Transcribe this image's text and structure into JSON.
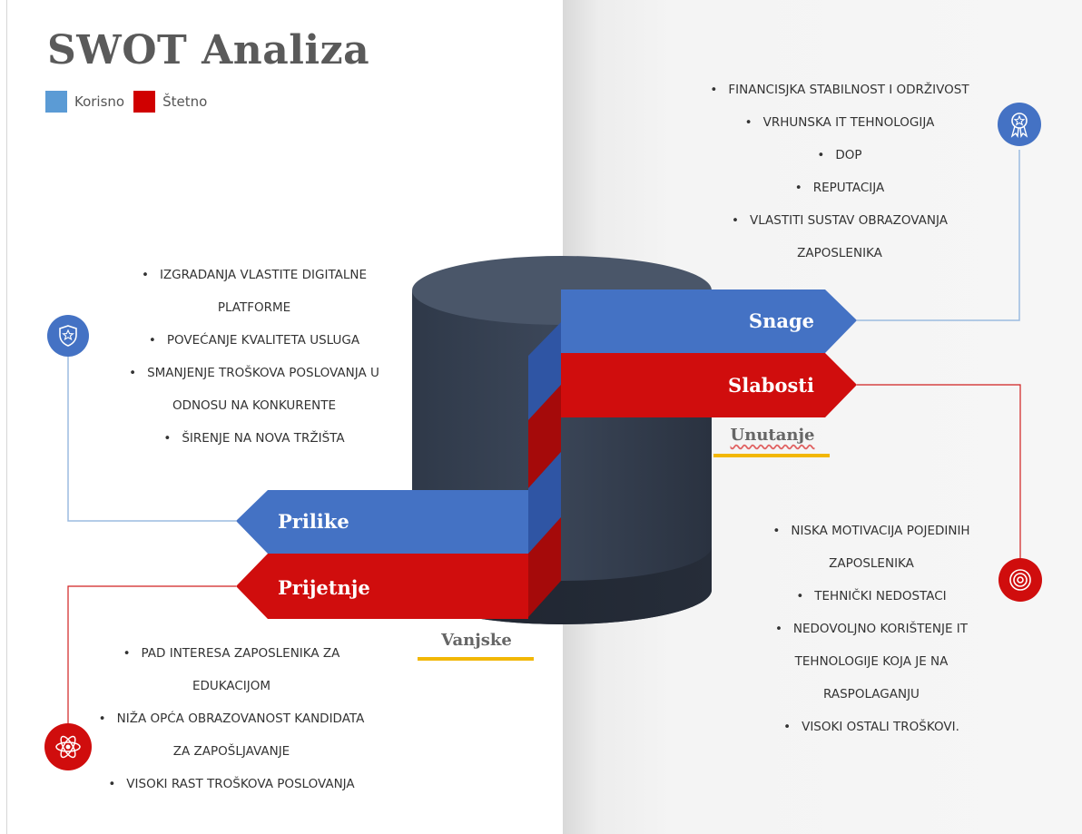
{
  "title": "SWOT Analiza",
  "legend": [
    {
      "label": "Korisno",
      "color": "#5b9bd5"
    },
    {
      "label": "Štetno",
      "color": "#d00000"
    }
  ],
  "colors": {
    "blue": "#4472c4",
    "red": "#d00d0d",
    "cylinder": "#3e4a5e",
    "gold": "#f2b705"
  },
  "quadrants": {
    "strengths": {
      "label": "Snage",
      "icon": "award-ribbon-icon",
      "items": [
        "FINANCISJKA STABILNOST I ODRŽIVOST",
        "VRHUNSKA IT TEHNOLOGIJA",
        "DOP",
        "REPUTACIJA",
        "VLASTITI SUSTAV OBRAZOVANJA",
        "ZAPOSLENIKA"
      ]
    },
    "weaknesses": {
      "label": "Slabosti",
      "icon": "target-icon",
      "items": [
        "NISKA MOTIVACIJA POJEDINIH",
        "ZAPOSLENIKA",
        "TEHNIČKI NEDOSTACI",
        "NEDOVOLJNO KORIŠTENJE IT",
        "TEHNOLOGIJE KOJA JE NA",
        "RASPOLAGANJU",
        "VISOKI OSTALI TROŠKOVI."
      ]
    },
    "opportunities": {
      "label": "Prilike",
      "icon": "shield-star-icon",
      "items": [
        "IZGRADANJA VLASTITE DIGITALNE",
        "PLATFORME",
        "POVEĆANJE KVALITETA USLUGA",
        "SMANJENJE TROŠKOVA POSLOVANJA U",
        "ODNOSU NA KONKURENTE",
        "ŠIRENJE NA NOVA TRŽIŠTA"
      ]
    },
    "threats": {
      "label": "Prijetnje",
      "icon": "atom-icon",
      "items": [
        "PAD INTERESA ZAPOSLENIKA ZA",
        "EDUKACIJOM",
        "NIŽA OPĆA OBRAZOVANOST KANDIDATA",
        "ZA ZAPOŠLJAVANJE",
        "VISOKI RAST TROŠKOVA POSLOVANJA"
      ]
    }
  },
  "section_labels": {
    "internal": "Unutanje",
    "external": "Vanjske"
  }
}
